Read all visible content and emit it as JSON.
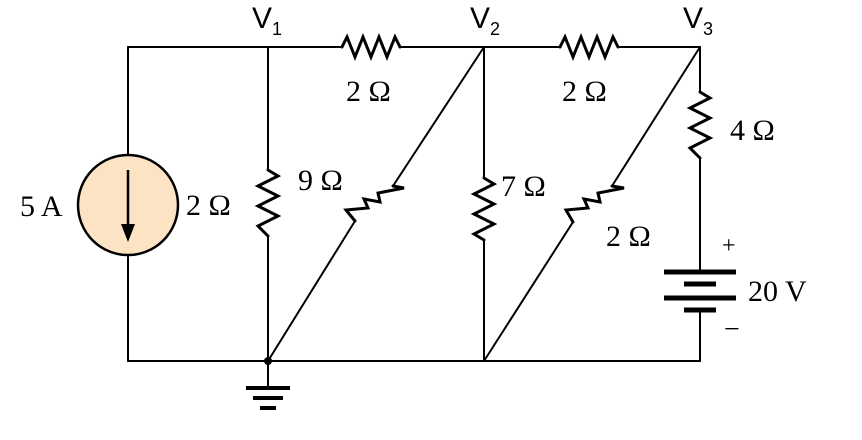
{
  "nodes": {
    "v1": {
      "symbol": "V",
      "subscript": "1"
    },
    "v2": {
      "symbol": "V",
      "subscript": "2"
    },
    "v3": {
      "symbol": "V",
      "subscript": "3"
    }
  },
  "components": {
    "current_source": {
      "value": "5 A"
    },
    "r_left_2": {
      "value": "2 Ω"
    },
    "r_top_v1_v2": {
      "value": "2 Ω"
    },
    "r_top_v2_v3": {
      "value": "2 Ω"
    },
    "r_diag_9": {
      "value": "9 Ω"
    },
    "r_vert_7": {
      "value": "7 Ω"
    },
    "r_diag_2": {
      "value": "2 Ω"
    },
    "r_right_4": {
      "value": "4 Ω"
    },
    "battery": {
      "value": "20 V",
      "plus": "+",
      "minus": "−"
    }
  },
  "colors": {
    "source_fill": "#fbe3c4",
    "wire": "#000000"
  }
}
